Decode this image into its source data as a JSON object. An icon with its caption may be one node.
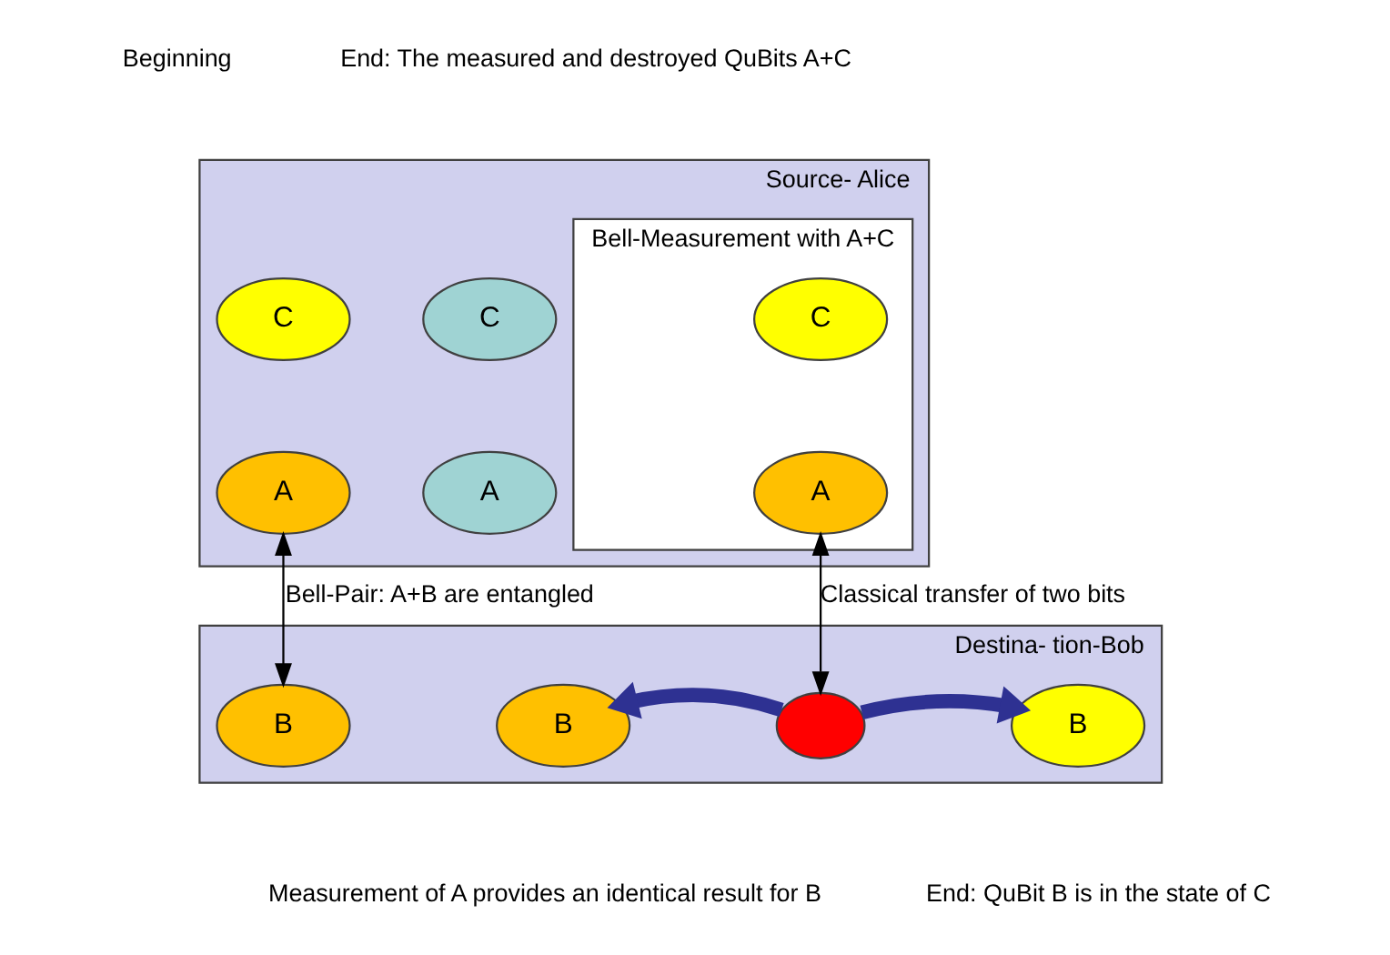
{
  "diagram": {
    "nodes": [
      {
        "text": [
          "Source- Alice"
        ]
      },
      {
        "text": [
          "C"
        ],
        "in": 0
      },
      {
        "text": [
          "A"
        ],
        "in": 0
      },
      {
        "text": [
          "Bell-Measurement with A+C"
        ],
        "in": 0
      },
      {
        "text": [
          "C"
        ],
        "in": 3
      },
      {
        "text": [
          "A"
        ],
        "in": 3
      },
      {
        "text": [
          "C"
        ],
        "in": 0
      },
      {
        "text": [
          "A"
        ],
        "in": 0
      },
      {
        "text": [
          "Destina- tion-Bob"
        ]
      },
      {
        "text": [
          "B"
        ],
        "in": 8
      },
      {
        "text": [
          "B"
        ],
        "in": 8
      },
      {
        "text": [],
        "shape": "circle",
        "in": 8
      },
      {
        "text": [
          "B"
        ],
        "in": 8
      }
    ],
    "edges": [
      {
        "from": 2,
        "to": 9,
        "arrow": "both",
        "label": "Bell-Pair: A+B are entangled"
      },
      {
        "from": 5,
        "to": 11,
        "arrow": "both",
        "label": "Classical transfer of two bits"
      },
      {
        "from": 11,
        "to": 10,
        "arrow": "to",
        "style": "thick",
        "color": "#2e3192"
      },
      {
        "from": 11,
        "to": 12,
        "arrow": "to",
        "style": "thick",
        "color": "#2e3192"
      }
    ],
    "labels": [
      "Beginning",
      "End: The measured and destroyed QuBits A+C",
      "Measurement of A provides an identical result for B",
      "End: QuBit B is in the state of C"
    ]
  }
}
